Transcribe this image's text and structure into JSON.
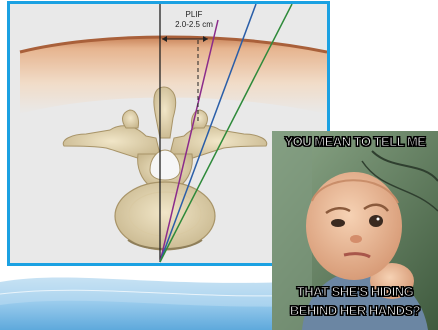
{
  "diagram": {
    "label_line1": "PLIF",
    "label_line2": "2.0-2.5 cm",
    "line_colors": {
      "center": "#222222",
      "purple": "#8b2b8b",
      "blue": "#2a5ea8",
      "green": "#2e8a3a"
    },
    "frame_color": "#1ba1e2"
  },
  "meme": {
    "top_text": "YOU MEAN TO TELL ME",
    "bottom_text_line1": "THAT SHE'S HIDING",
    "bottom_text_line2": "BEHIND HER HANDS?"
  }
}
